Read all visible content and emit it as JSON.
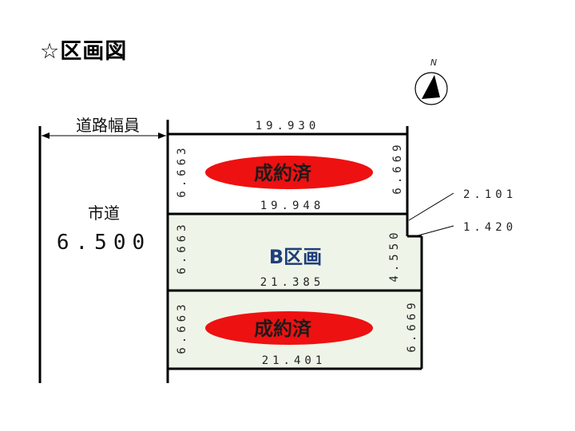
{
  "title": "☆区画図",
  "road": {
    "width_label": "道路幅員",
    "name": "市道",
    "width_value": "6.500"
  },
  "north_label": "N",
  "lots": [
    {
      "id": "lot-north",
      "label": "成約済",
      "status": "sold",
      "top": "19.930",
      "bottom": "19.948",
      "left": "6.663",
      "right": "6.669"
    },
    {
      "id": "lot-b",
      "label": "B区画",
      "status": "available",
      "top": "19.948",
      "bottom": "21.385",
      "left": "6.663",
      "right": "4.550"
    },
    {
      "id": "lot-south",
      "label": "成約済",
      "status": "sold",
      "top": "21.385",
      "bottom": "21.401",
      "left": "6.663",
      "right": "6.669"
    }
  ],
  "callouts": [
    "2.101",
    "1.420"
  ],
  "colors": {
    "sold_fill": "#ee1111",
    "lot_b_fill": "#eef5e8",
    "lot_b_label": "#1f3e7a"
  }
}
